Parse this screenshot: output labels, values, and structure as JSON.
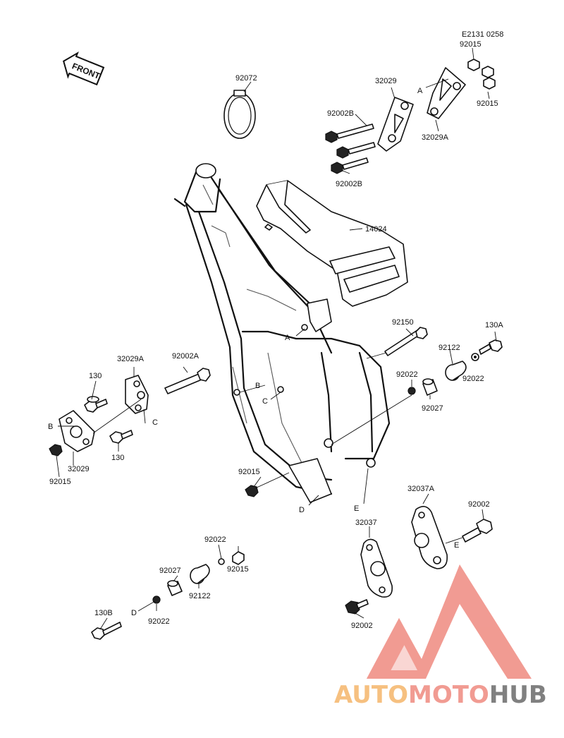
{
  "diagram": {
    "ref_code": "E2131 0258",
    "front_label": "FRONT",
    "parts": [
      {
        "id": "p-92015-top1",
        "text": "92015"
      },
      {
        "id": "p-32029-top",
        "text": "32029"
      },
      {
        "id": "p-92015-top2",
        "text": "92015"
      },
      {
        "id": "p-92002b-1",
        "text": "92002B"
      },
      {
        "id": "p-32029a-top",
        "text": "32029A"
      },
      {
        "id": "p-92002b-2",
        "text": "92002B"
      },
      {
        "id": "p-92072",
        "text": "92072"
      },
      {
        "id": "p-14024",
        "text": "14024"
      },
      {
        "id": "p-92150",
        "text": "92150"
      },
      {
        "id": "p-130a",
        "text": "130A"
      },
      {
        "id": "p-92122-r",
        "text": "92122"
      },
      {
        "id": "p-92022-r1",
        "text": "92022"
      },
      {
        "id": "p-92022-r2",
        "text": "92022"
      },
      {
        "id": "p-92027-r",
        "text": "92027"
      },
      {
        "id": "p-32029a-l",
        "text": "32029A"
      },
      {
        "id": "p-92002a",
        "text": "92002A"
      },
      {
        "id": "p-130-1",
        "text": "130"
      },
      {
        "id": "p-130-2",
        "text": "130"
      },
      {
        "id": "p-32029-l",
        "text": "32029"
      },
      {
        "id": "p-92015-l",
        "text": "92015"
      },
      {
        "id": "p-92015-mid",
        "text": "92015"
      },
      {
        "id": "p-32037a",
        "text": "32037A"
      },
      {
        "id": "p-92002-r",
        "text": "92002"
      },
      {
        "id": "p-32037",
        "text": "32037"
      },
      {
        "id": "p-92002-b",
        "text": "92002"
      },
      {
        "id": "p-92022-b1",
        "text": "92022"
      },
      {
        "id": "p-92015-b",
        "text": "92015"
      },
      {
        "id": "p-92027-b",
        "text": "92027"
      },
      {
        "id": "p-92122-b",
        "text": "92122"
      },
      {
        "id": "p-130b",
        "text": "130B"
      },
      {
        "id": "p-92022-b2",
        "text": "92022"
      }
    ],
    "letters": [
      {
        "id": "l-a-top",
        "text": "A"
      },
      {
        "id": "l-a-frame",
        "text": "A"
      },
      {
        "id": "l-b-frame",
        "text": "B"
      },
      {
        "id": "l-c-frame",
        "text": "C"
      },
      {
        "id": "l-b-left",
        "text": "B"
      },
      {
        "id": "l-c-left",
        "text": "C"
      },
      {
        "id": "l-d-frame",
        "text": "D"
      },
      {
        "id": "l-e-frame",
        "text": "E"
      },
      {
        "id": "l-e-right",
        "text": "E"
      },
      {
        "id": "l-d-bottom",
        "text": "D"
      }
    ]
  },
  "watermark": {
    "word_part1": "AUTO",
    "word_part2": "MOTO",
    "word_part3": "HUB",
    "color_orange": "#f5b66a",
    "color_red": "#ef8a80",
    "color_gray": "#6b6b6b"
  }
}
